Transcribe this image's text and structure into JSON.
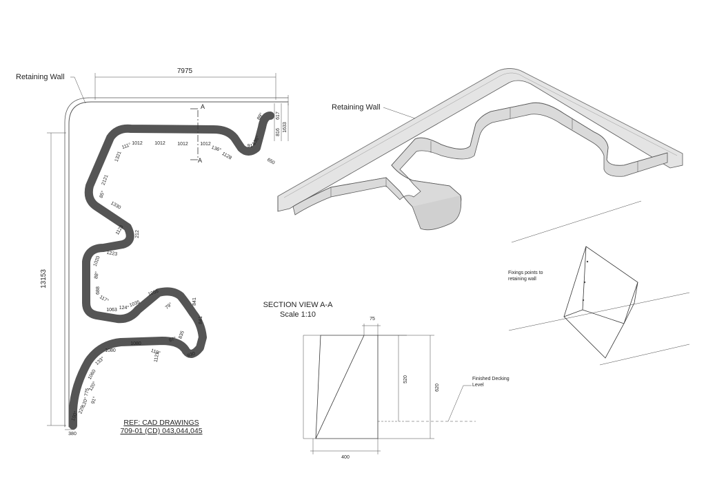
{
  "plan": {
    "retaining_wall_label": "Retaining Wall",
    "width_dim": "7975",
    "height_dim": "13153",
    "bottom_dim": "380",
    "section_marker": "A",
    "right_dims": [
      "617",
      "816",
      "1633"
    ],
    "segment_dims": [
      "1012",
      "1012",
      "1012",
      "1012",
      "111°",
      "136°",
      "1128",
      "91°",
      "136°",
      "650",
      "89°",
      "1321",
      "2121",
      "85°",
      "1330",
      "212",
      "1123",
      "1223",
      "1020",
      "688",
      "88°",
      "117°",
      "1063",
      "124°",
      "1035",
      "1055",
      "841",
      "79°",
      "841",
      "97°",
      "835",
      "930",
      "1080",
      "1080",
      "119°",
      "133°",
      "1121",
      "1060",
      "775",
      "120°",
      "91°",
      "120°",
      "229",
      "100°"
    ],
    "ref_line1": "REF: CAD DRAWINGS",
    "ref_line2": "709-01 (CD) 043,044,045"
  },
  "iso": {
    "retaining_wall_label": "Retaining Wall"
  },
  "detail": {
    "fixings_label_line1": "Fixings points to",
    "fixings_label_line2": "retaining wall"
  },
  "section": {
    "title": "SECTION VIEW A-A",
    "scale": "Scale 1:10",
    "dim_top": "75",
    "dim_inner_height": "520",
    "dim_total_height": "620",
    "dim_width": "400",
    "decking_line1": "Finished Decking",
    "decking_line2": "Level"
  }
}
